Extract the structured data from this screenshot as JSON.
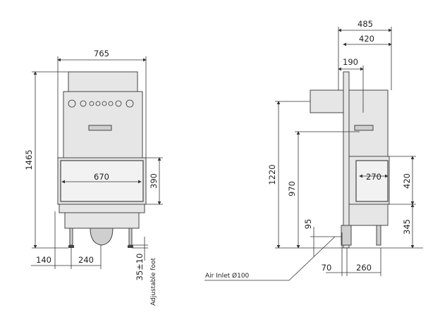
{
  "front_view": {
    "width": "765",
    "height": "1465",
    "glass_width": "670",
    "glass_height": "390",
    "leg_offset": "140",
    "leg_to_center": "240",
    "foot_adjust": "35±10",
    "foot_label": "Adjustable foot"
  },
  "side_view": {
    "depth_total": "485",
    "depth_body": "420",
    "flue_offset": "190",
    "flue_height": "1220",
    "top_inlet_height": "970",
    "air_inlet_height": "95",
    "door_width": "270",
    "door_height": "420",
    "base_height": "345",
    "inlet_offset": "70",
    "leg_spacing": "260",
    "air_inlet_label": "Air Inlet Ø100"
  }
}
